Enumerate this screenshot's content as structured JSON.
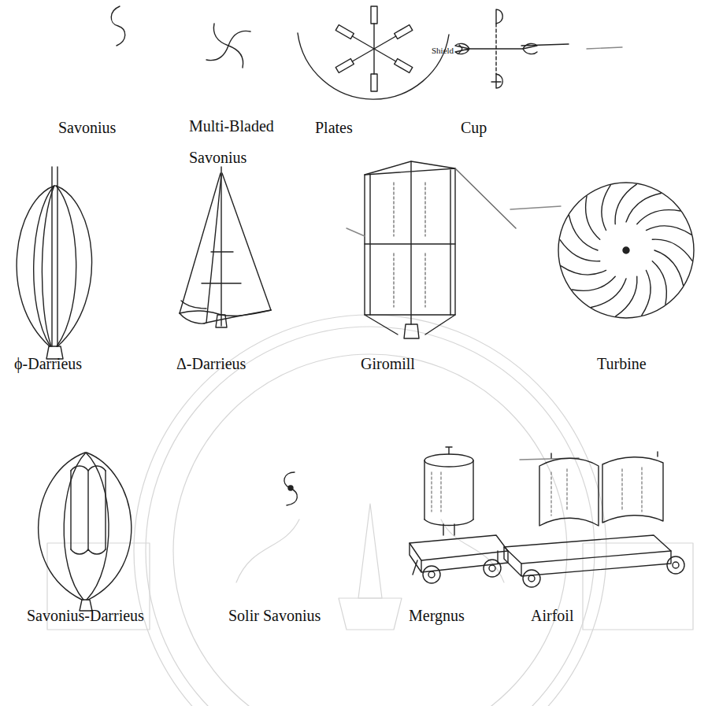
{
  "diagram": {
    "labels": [
      "Savonius",
      "Multi-Bladed Savonius",
      "Plates",
      "Shield",
      "Cup",
      "ϕ-Darrieus",
      "Δ-Darrieus",
      "Giromill",
      "Turbine",
      "Savonius-Darrieus",
      "Solir Savonius",
      "Mergnus",
      "Airfoil"
    ]
  }
}
